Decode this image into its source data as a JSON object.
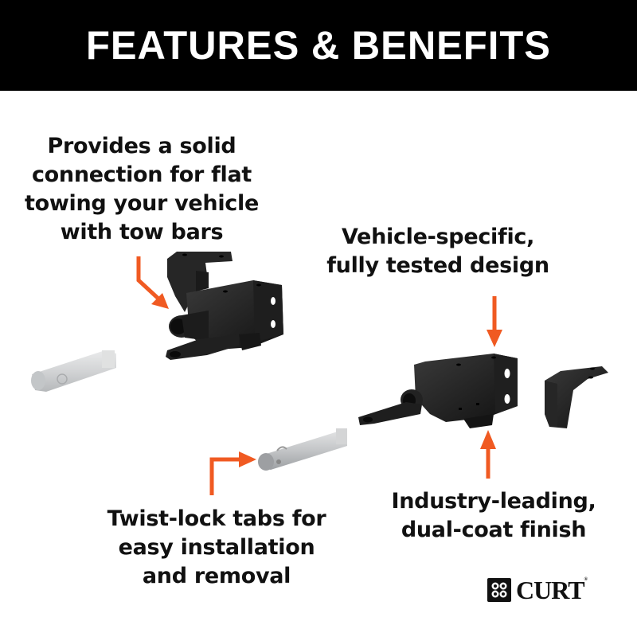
{
  "header": {
    "title": "FEATURES & BENEFITS",
    "background_color": "#000000",
    "text_color": "#ffffff"
  },
  "callouts": {
    "top_left": {
      "lines": [
        "Provides a solid",
        "connection for flat",
        "towing your vehicle",
        "with tow bars"
      ]
    },
    "top_right": {
      "lines": [
        "Vehicle-specific,",
        "fully tested design"
      ]
    },
    "bottom_left": {
      "lines": [
        "Twist-lock tabs for",
        "easy installation",
        "and removal"
      ]
    },
    "bottom_right": {
      "lines": [
        "Industry-leading,",
        "dual-coat finish"
      ]
    }
  },
  "arrows": {
    "color": "#f05a22",
    "items": [
      {
        "name": "arrow-to-bracket-left",
        "direction": "down-right"
      },
      {
        "name": "arrow-to-bracket-right-top",
        "direction": "down"
      },
      {
        "name": "arrow-to-bracket-right-bottom",
        "direction": "up"
      },
      {
        "name": "arrow-to-twist-lock-tab",
        "direction": "up-right"
      }
    ]
  },
  "products": [
    {
      "name": "tow-bracket-left",
      "color": "#1c1c1c"
    },
    {
      "name": "twist-lock-tab-left",
      "color": "#c8cacc"
    },
    {
      "name": "tow-bracket-right",
      "color": "#1c1c1c"
    },
    {
      "name": "twist-lock-tab-center",
      "color": "#c8cacc"
    },
    {
      "name": "mounting-bracket-right",
      "color": "#1c1c1c"
    }
  ],
  "logo": {
    "wordmark": "CURT",
    "trademark": "®"
  }
}
